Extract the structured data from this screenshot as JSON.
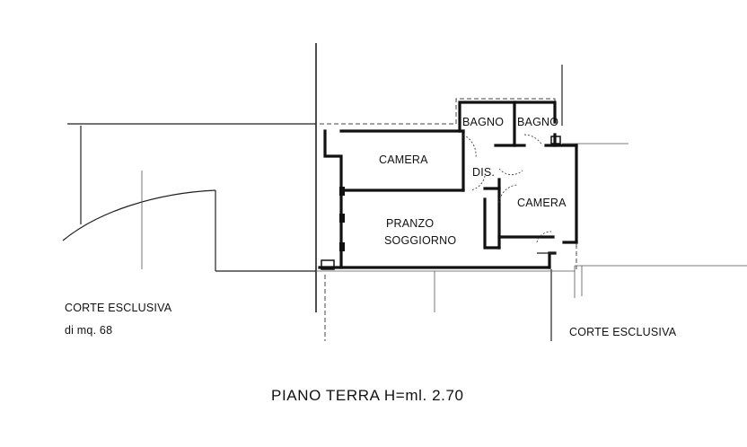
{
  "rooms": {
    "camera_1": "CAMERA",
    "bagno_1": "BAGNO",
    "bagno_2": "BAGNO",
    "dis": "DIS.",
    "camera_2": "CAMERA",
    "pranzo": "PRANZO",
    "soggiorno": "SOGGIORNO"
  },
  "areas": {
    "corte_left_line1": "CORTE ESCLUSIVA",
    "corte_left_line2": "di mq. 68",
    "corte_right": "CORTE ESCLUSIVA"
  },
  "caption": "PIANO TERRA H=ml. 2.70"
}
